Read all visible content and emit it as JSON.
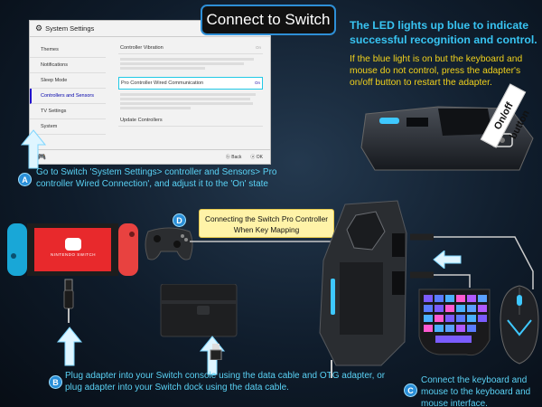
{
  "title": "Connect to Switch",
  "settings_screen": {
    "header": "System Settings",
    "menu_items": [
      "Themes",
      "Notifications",
      "Sleep Mode",
      "Controllers and Sensors",
      "TV Settings",
      "System"
    ],
    "options": [
      {
        "label": "Controller Vibration",
        "state": "On"
      },
      {
        "label": "Pro Controller Wired Communication",
        "state": "On"
      },
      {
        "label": "Update Controllers",
        "state": ""
      }
    ],
    "footer": {
      "back": "Back",
      "ok": "OK"
    }
  },
  "led_info": {
    "heading": "The LED lights up blue to indicate successful recognition and control.",
    "note": "If the blue light is on but the keyboard and mouse do not control, press the adapter's on/off button to restart the adapter.",
    "button_label": "On/off button"
  },
  "steps": {
    "a": {
      "letter": "A",
      "text": "Go to Switch 'System Settings> controller and Sensors> Pro controller Wired Connection', and adjust it to the 'On' state"
    },
    "b": {
      "letter": "B",
      "text": "Plug adapter into your Switch console using the data cable and OTG adapter, or plug adapter into your Switch dock using the data cable."
    },
    "c": {
      "letter": "C",
      "text": "Connect the keyboard and mouse to the keyboard and mouse interface."
    },
    "d": {
      "letter": "D",
      "text": "Connecting the Switch Pro Controller When Key Mapping"
    }
  },
  "device_labels": {
    "switch_brand": "NINTENDO SWITCH"
  },
  "colors": {
    "accent_cyan": "#38c4f2",
    "note_yellow": "#f1d21c",
    "callout_bg": "#fff3a8",
    "led_blue": "#3ec8ff"
  }
}
